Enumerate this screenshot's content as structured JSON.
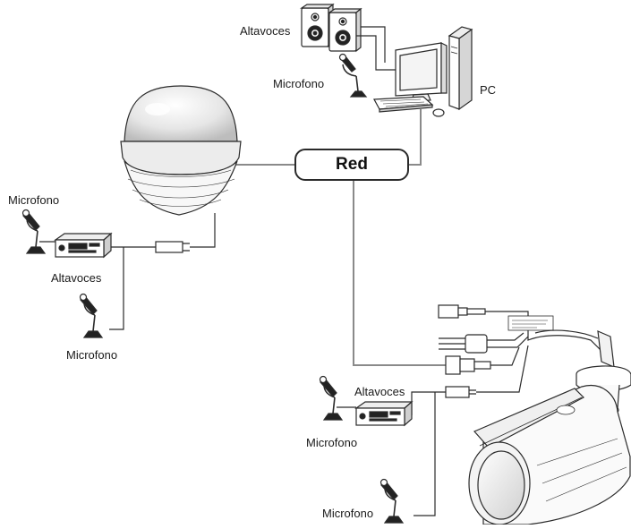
{
  "network": {
    "label": "Red"
  },
  "pc": {
    "label": "PC",
    "speakers_label": "Altavoces",
    "mic_label": "Microfono"
  },
  "dome": {
    "mic_top_label": "Microfono",
    "speakers_label": "Altavoces",
    "mic_bottom_label": "Microfono"
  },
  "bullet": {
    "speakers_label": "Altavoces",
    "mic_mid_label": "Microfono",
    "mic_bottom_label": "Microfono"
  },
  "colors": {
    "line": "#2b2b2b",
    "cable": "#8a8a8a",
    "device_fill": "#ffffff",
    "dark_fill": "#1e1e1e"
  }
}
